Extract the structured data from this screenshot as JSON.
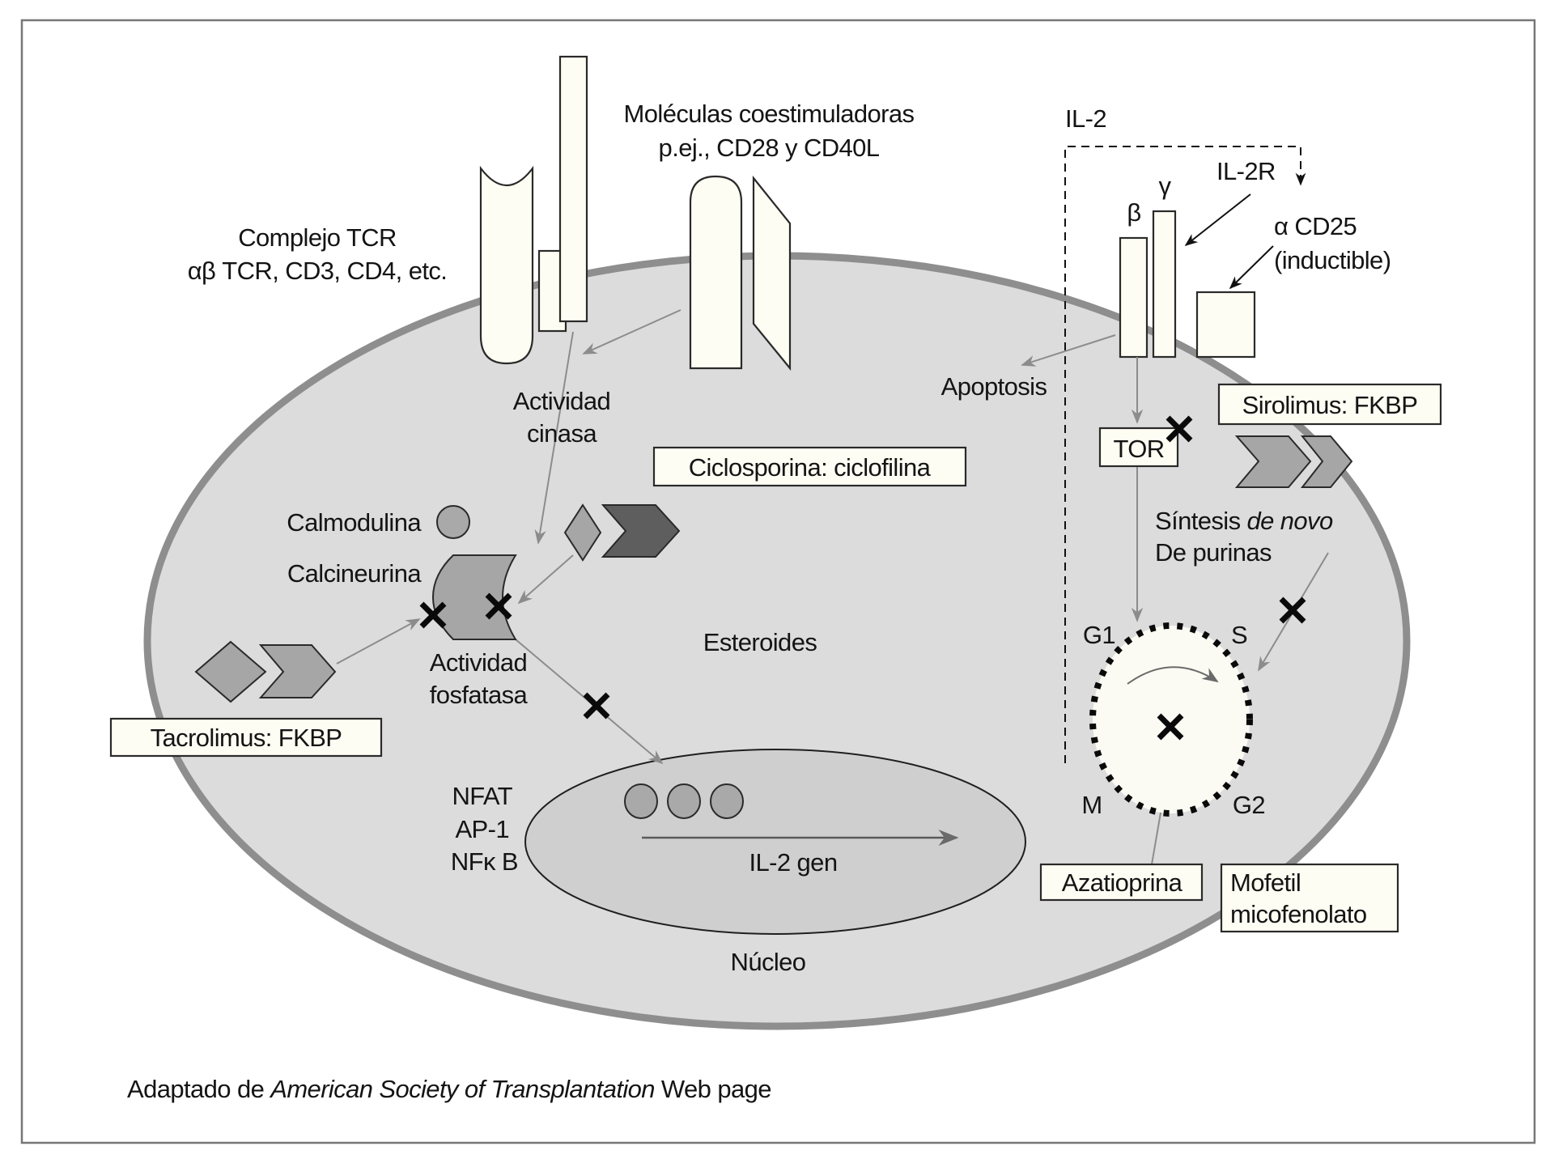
{
  "diagram": {
    "title_receptors": {
      "tcr_line1": "Complejo TCR",
      "tcr_line2": "αβ TCR, CD3, CD4, etc.",
      "costim_line1": "Moléculas coestimuladoras",
      "costim_line2": "p.ej., CD28 y CD40L"
    },
    "il2": {
      "ligand": "IL-2",
      "receptor": "IL-2R",
      "beta": "β",
      "gamma": "γ",
      "alpha_line1": "α CD25",
      "alpha_line2": "(inductible)"
    },
    "cytoplasm": {
      "kinase_line1": "Actividad",
      "kinase_line2": "cinasa",
      "calmodulin": "Calmodulina",
      "calcineurin": "Calcineurina",
      "phosphatase_line1": "Actividad",
      "phosphatase_line2": "fosfatasa",
      "steroids": "Esteroides",
      "apoptosis": "Apoptosis",
      "tor": "TOR",
      "purine_line1_a": "Síntesis ",
      "purine_line1_b": "de novo",
      "purine_line2": "De purinas"
    },
    "drugs": {
      "cyclosporine": "Ciclosporina: ciclofilina",
      "tacrolimus": "Tacrolimus: FKBP",
      "sirolimus": "Sirolimus: FKBP",
      "azathioprine": "Azatioprina",
      "mmf_line1": "Mofetil",
      "mmf_line2": "micofenolato"
    },
    "nucleus": {
      "tf1": "NFAT",
      "tf2": "AP-1",
      "tf3": "NFκ B",
      "gene": "IL-2 gen",
      "label": "Núcleo"
    },
    "cell_cycle": {
      "g1": "G1",
      "s": "S",
      "m": "M",
      "g2": "G2"
    },
    "footnote": {
      "prefix": "Adaptado de ",
      "source": "American Society of Transplantation",
      "suffix": " Web page"
    },
    "colors": {
      "cell_fill": "#dcdcdc",
      "membrane": "#8e8e8e",
      "nucleus_fill": "#cfcfcf",
      "protein_light": "#fdfdf3",
      "drug_mid": "#a6a6a6",
      "drug_dark": "#5e5e5e",
      "block_mark": "#0a0a0a"
    }
  }
}
